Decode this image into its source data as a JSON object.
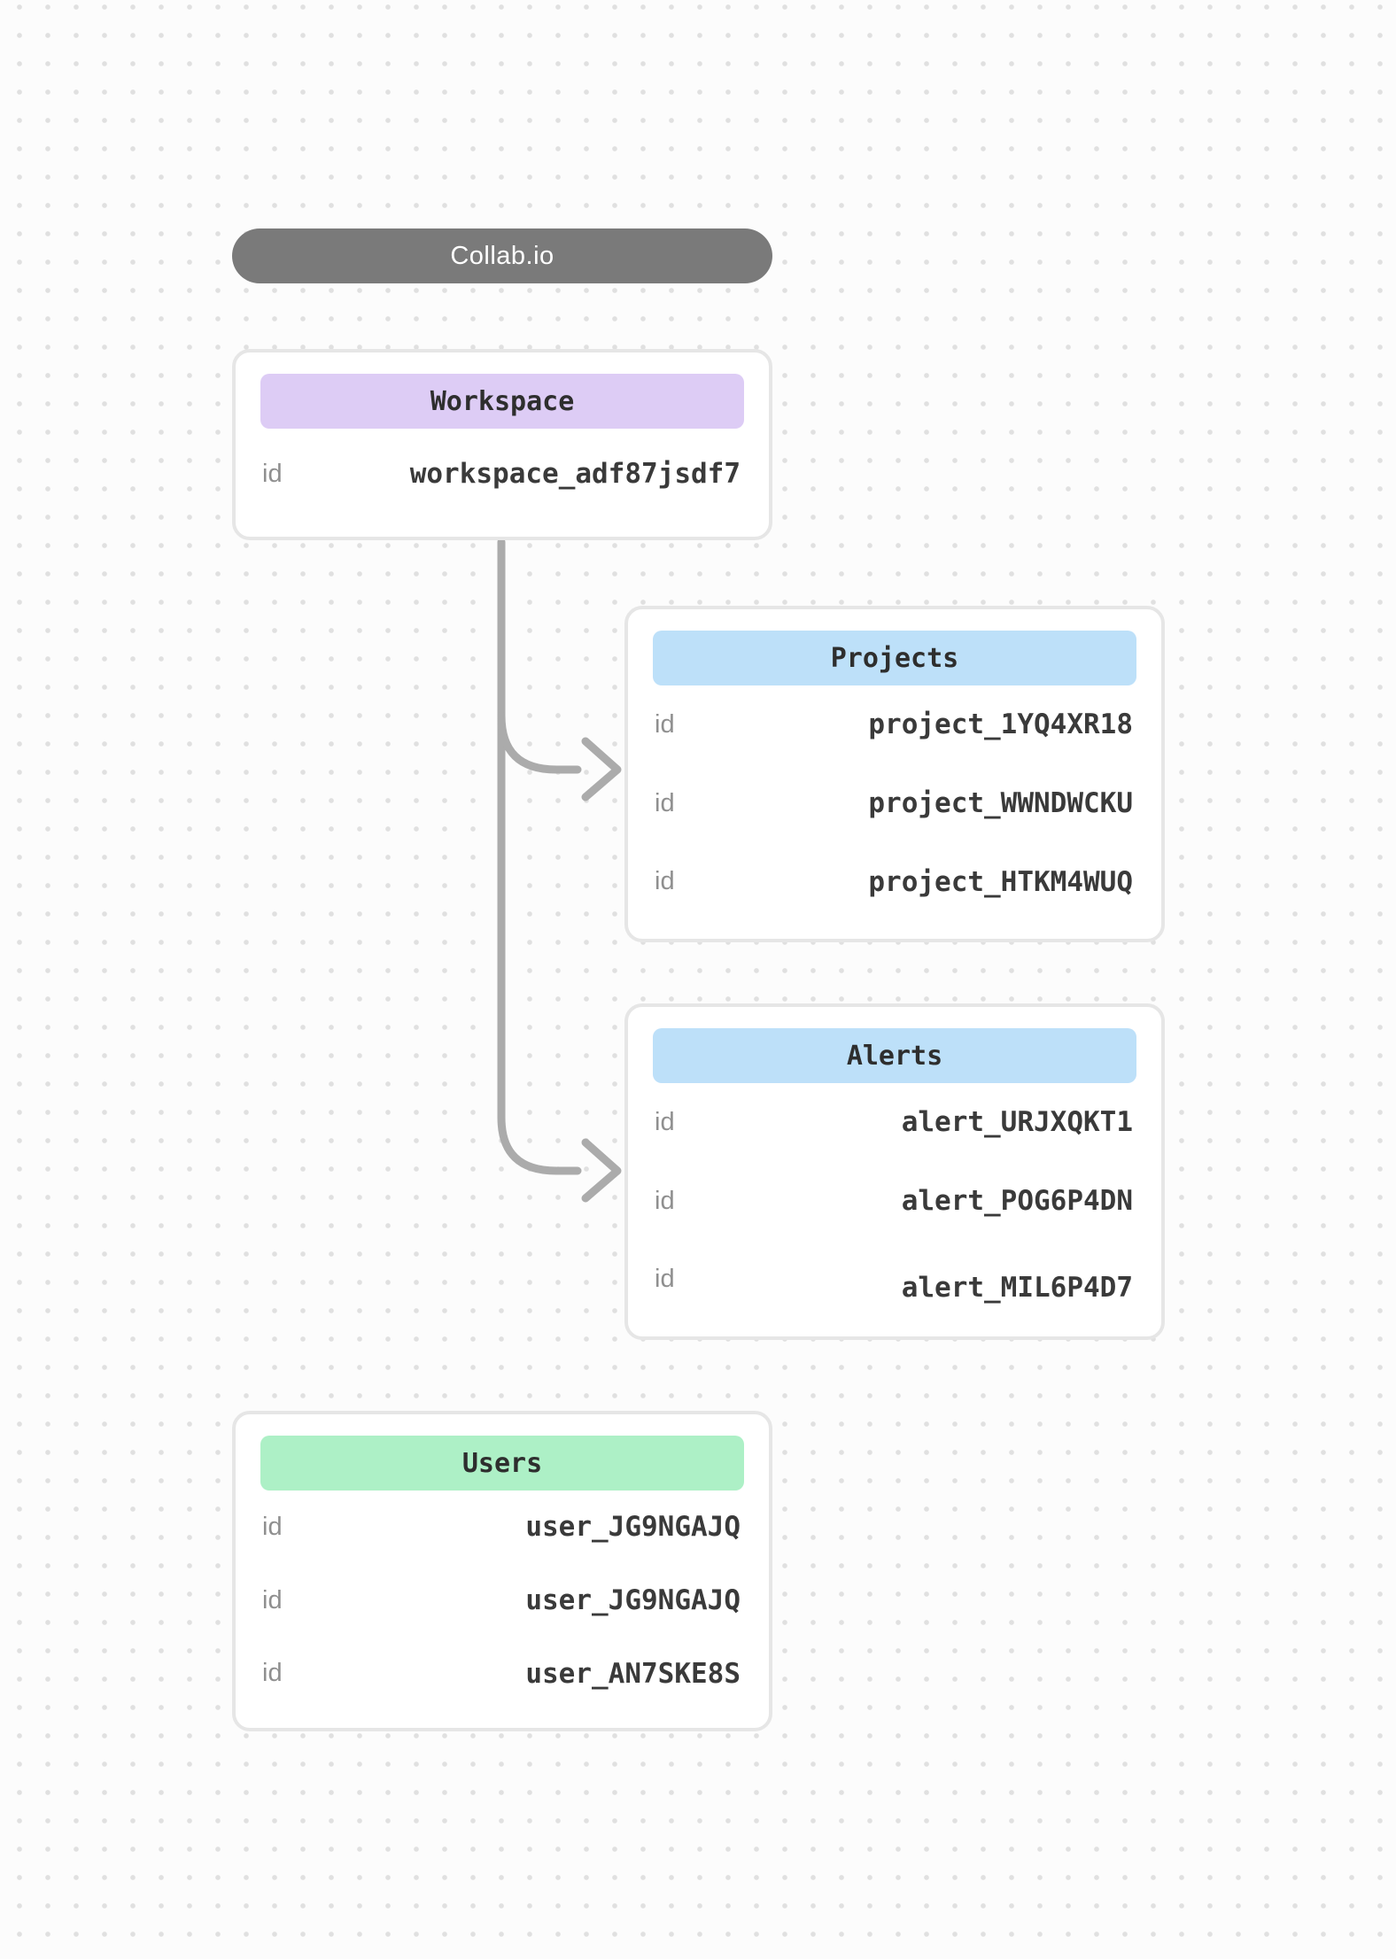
{
  "app": {
    "title": "Collab.io"
  },
  "colors": {
    "pill_background": "#7a7a7a",
    "workspace_header": "#ddccf5",
    "projects_header": "#bde0f9",
    "alerts_header": "#bde0f9",
    "users_header": "#adf0c6",
    "connector": "#ababab"
  },
  "entities": {
    "workspace": {
      "title": "Workspace",
      "rows": [
        {
          "key": "id",
          "value": "workspace_adf87jsdf7"
        }
      ]
    },
    "projects": {
      "title": "Projects",
      "rows": [
        {
          "key": "id",
          "value": "project_1YQ4XR18"
        },
        {
          "key": "id",
          "value": "project_WWNDWCKU"
        },
        {
          "key": "id",
          "value": "project_HTKM4WUQ"
        }
      ]
    },
    "alerts": {
      "title": "Alerts",
      "rows": [
        {
          "key": "id",
          "value": "alert_URJXQKT1"
        },
        {
          "key": "id",
          "value": "alert_POG6P4DN"
        },
        {
          "key": "id",
          "value": "alert_MIL6P4D7"
        }
      ]
    },
    "users": {
      "title": "Users",
      "rows": [
        {
          "key": "id",
          "value": "user_JG9NGAJQ"
        },
        {
          "key": "id",
          "value": "user_JG9NGAJQ"
        },
        {
          "key": "id",
          "value": "user_AN7SKE8S"
        }
      ]
    }
  }
}
